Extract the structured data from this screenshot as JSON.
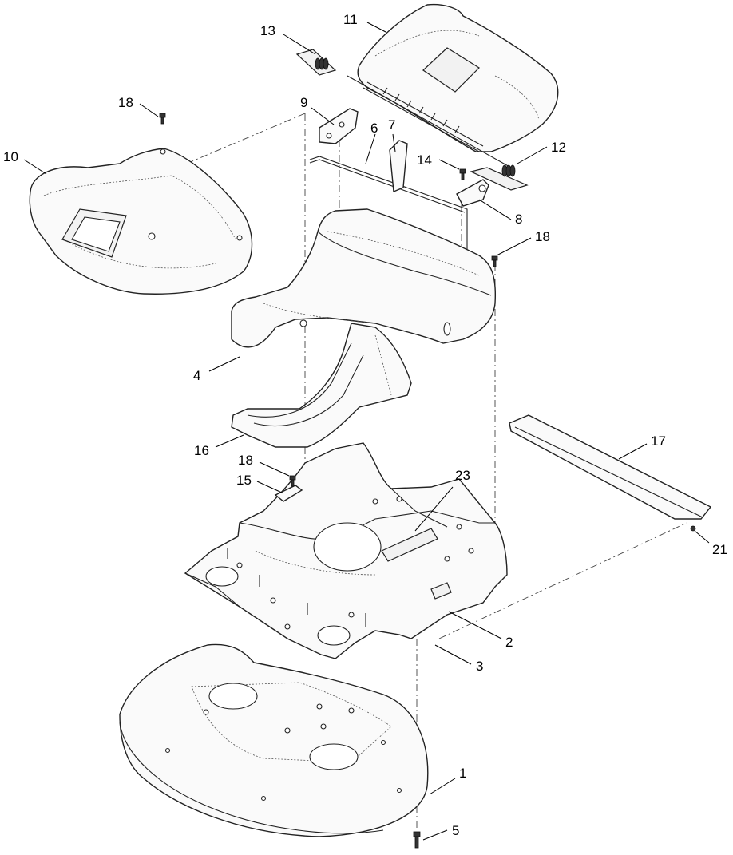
{
  "diagram": {
    "callouts": [
      {
        "id": "c1",
        "label": "1"
      },
      {
        "id": "c2",
        "label": "2"
      },
      {
        "id": "c3",
        "label": "3"
      },
      {
        "id": "c4",
        "label": "4"
      },
      {
        "id": "c5",
        "label": "5"
      },
      {
        "id": "c6",
        "label": "6"
      },
      {
        "id": "c7",
        "label": "7"
      },
      {
        "id": "c8",
        "label": "8"
      },
      {
        "id": "c9",
        "label": "9"
      },
      {
        "id": "c10",
        "label": "10"
      },
      {
        "id": "c11",
        "label": "11"
      },
      {
        "id": "c12",
        "label": "12"
      },
      {
        "id": "c13",
        "label": "13"
      },
      {
        "id": "c14",
        "label": "14"
      },
      {
        "id": "c15",
        "label": "15"
      },
      {
        "id": "c16",
        "label": "16"
      },
      {
        "id": "c17",
        "label": "17"
      },
      {
        "id": "c18a",
        "label": "18"
      },
      {
        "id": "c18b",
        "label": "18"
      },
      {
        "id": "c18c",
        "label": "18"
      },
      {
        "id": "c21",
        "label": "21"
      },
      {
        "id": "c23",
        "label": "23"
      }
    ]
  }
}
